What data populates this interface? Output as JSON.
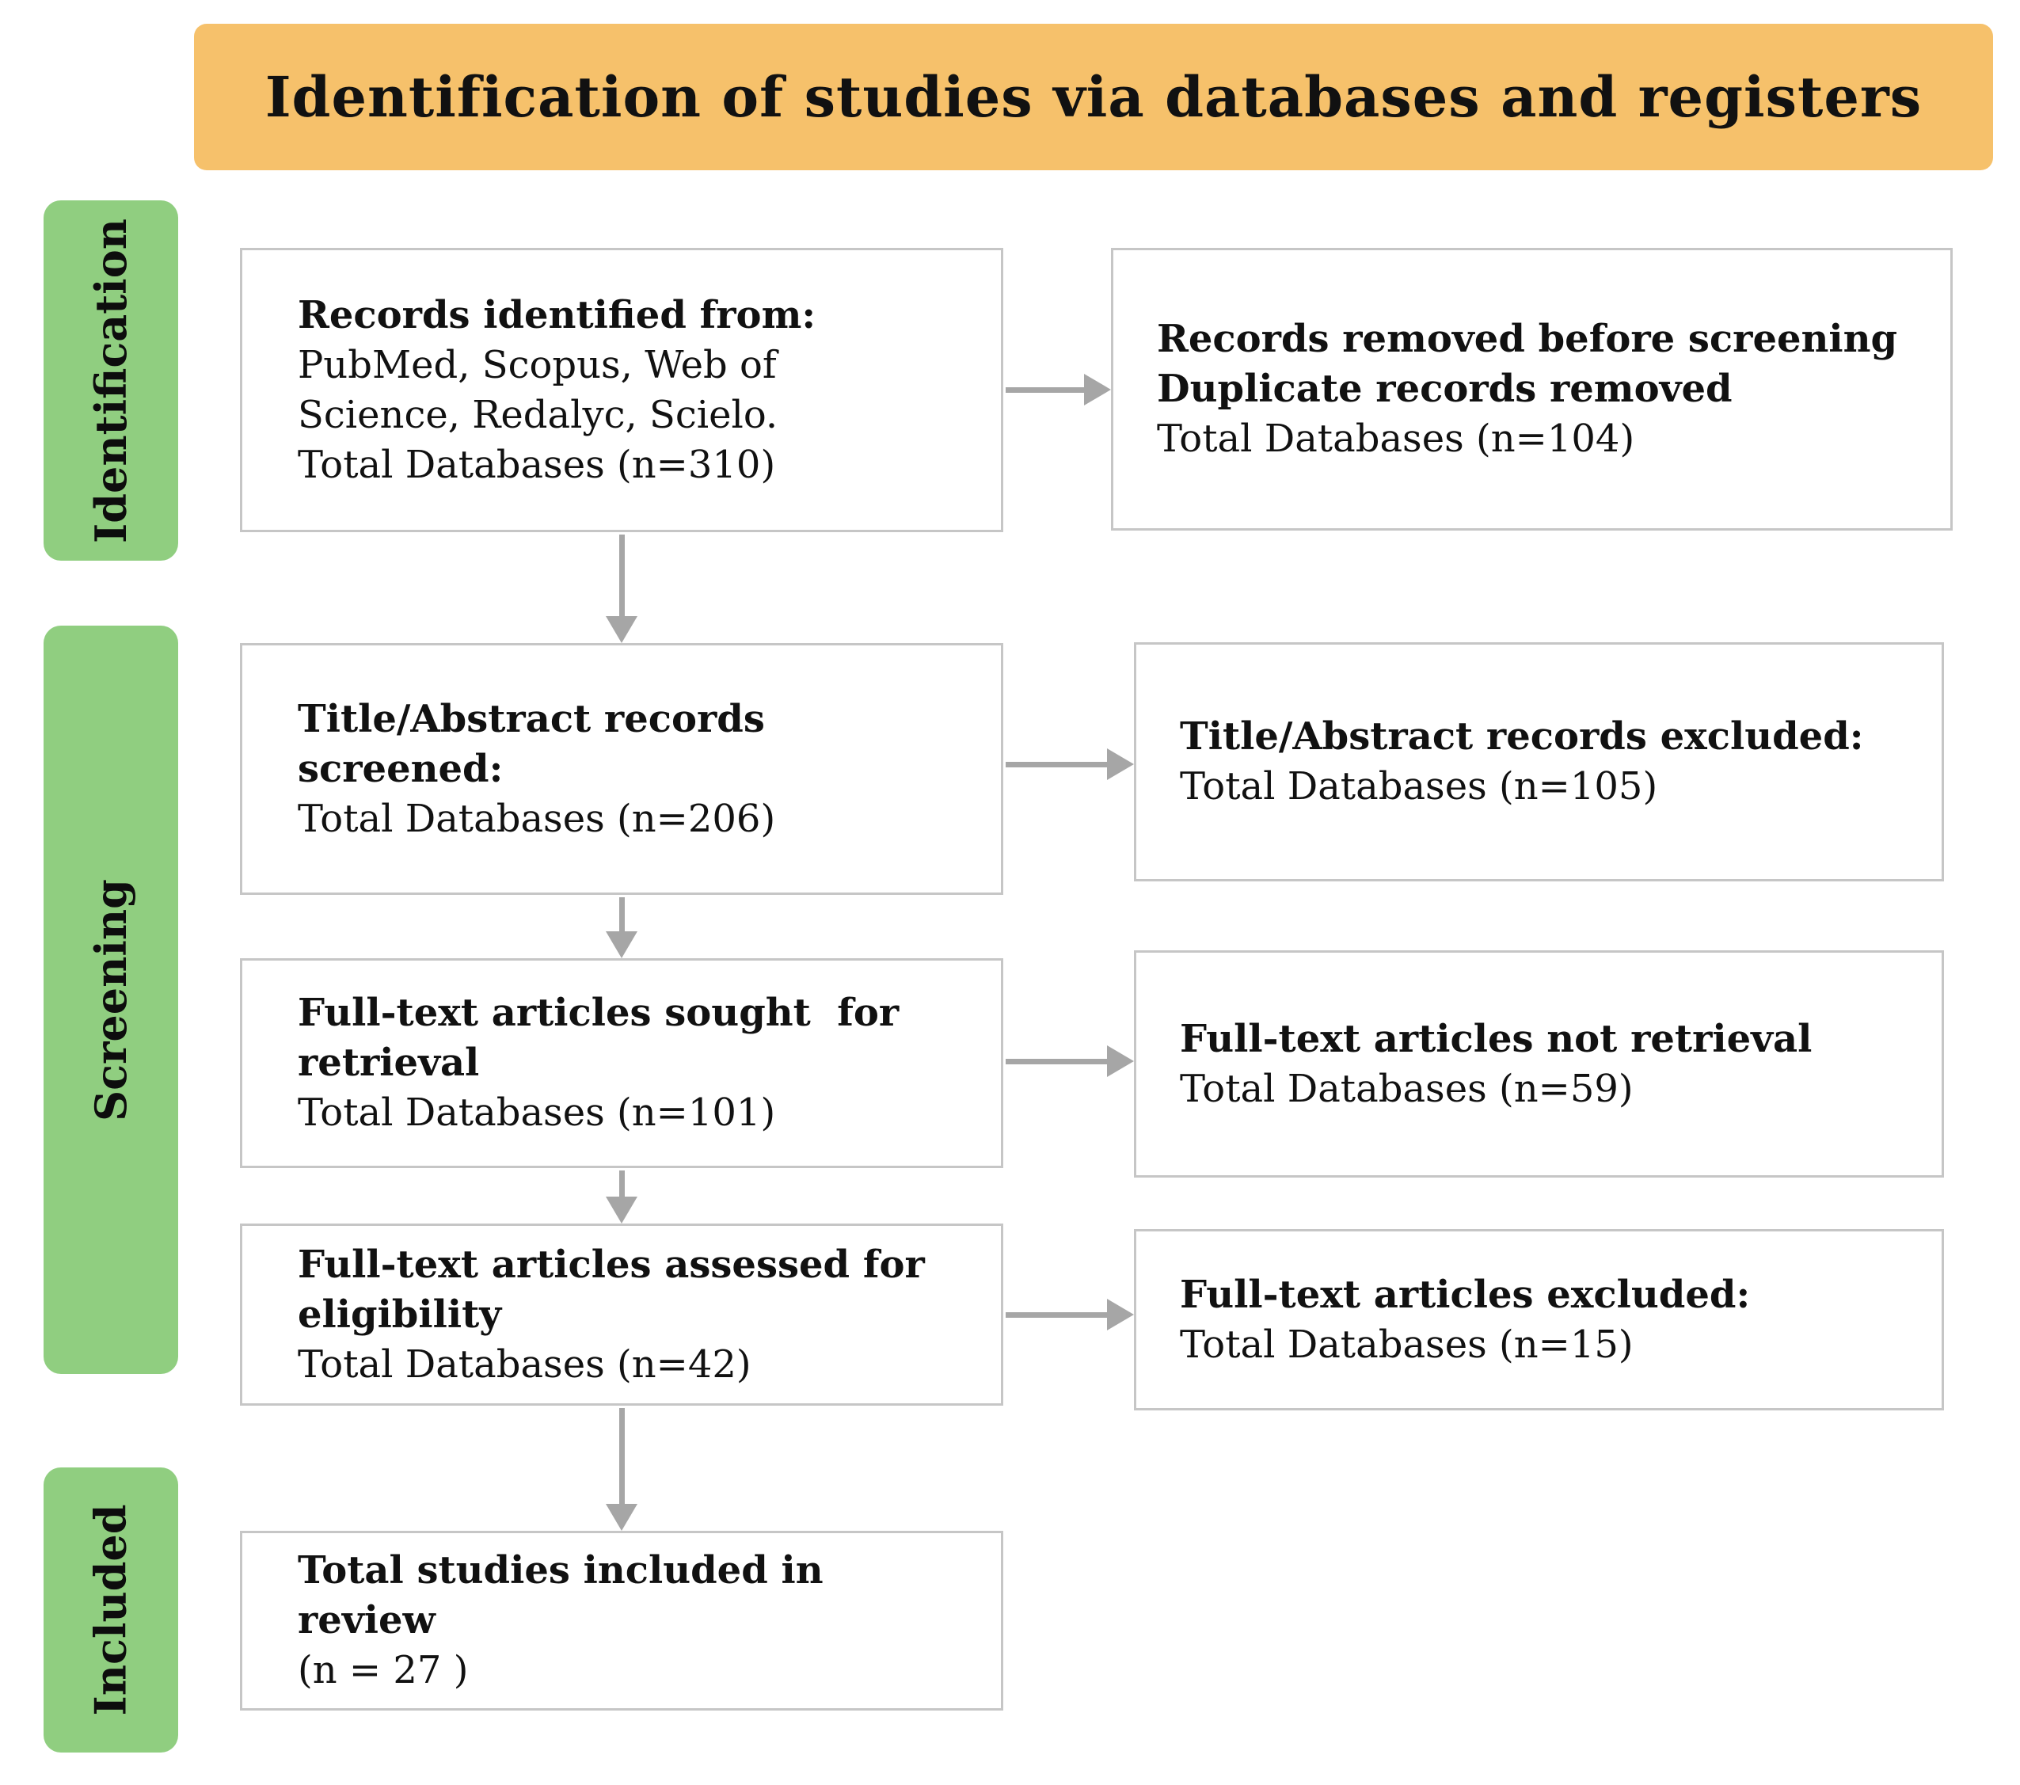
{
  "banner": {
    "title": "Identification of studies via databases and registers"
  },
  "stages": [
    {
      "label": "Identification"
    },
    {
      "label": "Screening"
    },
    {
      "label": "Included"
    }
  ],
  "boxes": {
    "records_identified": {
      "lines": [
        "Records identified from:",
        "PubMed, Scopus, Web of",
        "Science, Redalyc, Scielo.",
        "Total Databases (n=310)"
      ]
    },
    "records_removed": {
      "lines": [
        "Records removed before screening",
        "Duplicate records removed",
        "Total Databases (n=104)"
      ]
    },
    "title_abstract_screened": {
      "lines": [
        "Title/Abstract records",
        "screened:",
        "Total Databases (n=206)"
      ]
    },
    "title_abstract_excluded": {
      "lines": [
        "Title/Abstract records excluded:",
        "Total Databases (n=105)"
      ]
    },
    "fulltext_sought": {
      "lines": [
        "Full-text articles sought  for",
        "retrieval",
        "Total Databases (n=101)"
      ]
    },
    "fulltext_not_retrieved": {
      "lines": [
        "Full-text articles not retrieval",
        "Total Databases (n=59)"
      ]
    },
    "fulltext_assessed": {
      "lines": [
        "Full-text articles assessed for",
        "eligibility",
        "Total Databases (n=42)"
      ]
    },
    "fulltext_excluded": {
      "lines": [
        "Full-text articles excluded:",
        "Total Databases (n=15)"
      ]
    },
    "included_review": {
      "lines": [
        "Total studies included in",
        "review",
        "(n = 27 )"
      ]
    }
  },
  "colors": {
    "banner_bg": "#F6C16B",
    "stage_bg": "#90CE80",
    "arrow": "#A6A6A6",
    "box_border": "#C6C6C6",
    "text": "#111111"
  }
}
